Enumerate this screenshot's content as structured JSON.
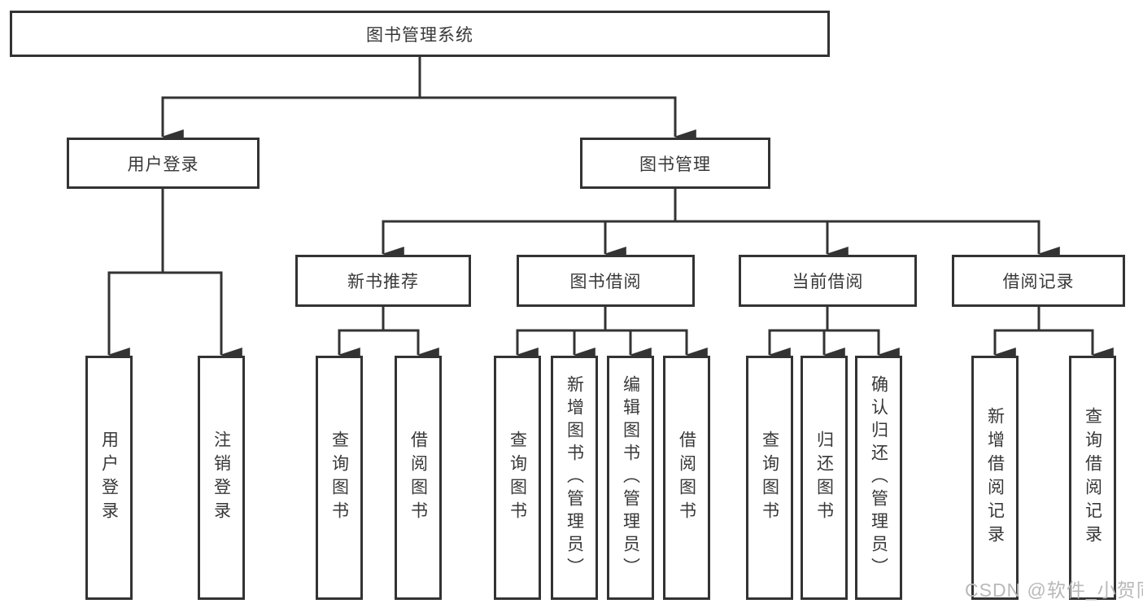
{
  "diagram_title": "图书管理系统",
  "tree": {
    "root": {
      "label": "图书管理系统"
    },
    "user_login": {
      "label": "用户登录",
      "children": [
        {
          "label": "用户登录"
        },
        {
          "label": "注销登录"
        }
      ]
    },
    "book_mgmt": {
      "label": "图书管理",
      "children": [
        {
          "label": "新书推荐",
          "children": [
            {
              "label": "查询图书"
            },
            {
              "label": "借阅图书"
            }
          ]
        },
        {
          "label": "图书借阅",
          "children": [
            {
              "label": "查询图书"
            },
            {
              "label": "新增图书（管理员）"
            },
            {
              "label": "编辑图书（管理员）"
            },
            {
              "label": "借阅图书"
            }
          ]
        },
        {
          "label": "当前借阅",
          "children": [
            {
              "label": "查询图书"
            },
            {
              "label": "归还图书"
            },
            {
              "label": "确认归还（管理员）"
            }
          ]
        },
        {
          "label": "借阅记录",
          "children": [
            {
              "label": "新增借阅记录"
            },
            {
              "label": "查询借阅记录"
            }
          ]
        }
      ]
    }
  },
  "watermark": {
    "text": "CSDN @软件_小贺同学",
    "color": "#b9b9b9"
  },
  "colors": {
    "line": "#333333",
    "box_border": "#333333",
    "box_fill": "#ffffff",
    "text": "#383838",
    "background": "#ffffff"
  }
}
